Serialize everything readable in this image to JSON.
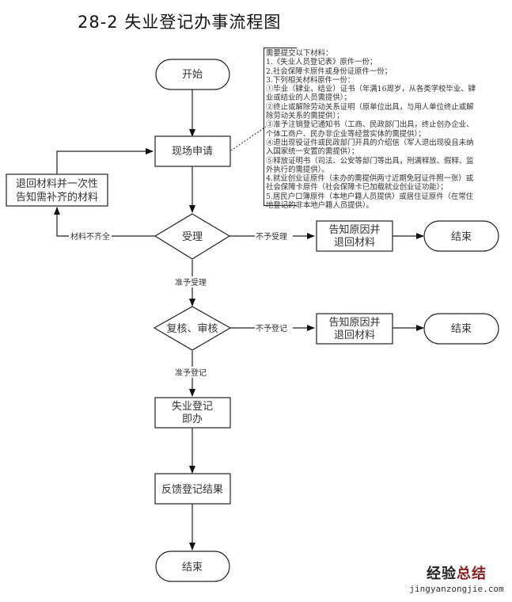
{
  "title": "28-2  失业登记办事流程图",
  "nodes": {
    "start": "开始",
    "apply": "现场申请",
    "return_supplement": [
      "退回材料并一次性",
      "告知需补齐的材料"
    ],
    "accept": "受理",
    "notify_reject_1": [
      "告知原因并",
      "退回材料"
    ],
    "end_1": "结束",
    "review": "复核、审核",
    "notify_reject_2": [
      "告知原因并",
      "退回材料"
    ],
    "end_2": "结束",
    "register": [
      "失业登记",
      "即办"
    ],
    "feedback": "反馈登记结果",
    "end_final": "结束"
  },
  "edges": {
    "incomplete": "材料不齐全",
    "not_accepted": "不予受理",
    "accepted": "准予受理",
    "not_registered": "不予登记",
    "registered": "准予登记"
  },
  "note": {
    "lines": [
      "需要提交以下材料：",
      "1.《失业人员登记表》原件一份；",
      "2.社会保障卡原件或身份证原件一份；",
      "3.下列相关材料原件一份：",
      "①毕业（肄业、结业）证书（年满16周岁，从各类学校毕业、肄",
      "业或结业的人员需提供）；",
      "②终止或解除劳动关系证明（原单位出具，与用人单位终止或解",
      "除劳动关系的需提供）；",
      "③准予注销登记通知书（工商、民政部门出具，终止创办企业、",
      "个体工商户、民办非企业等经营实体的需提供）；",
      "④退出现役证件或民政部门开具的介绍信（军人退出现役且未纳",
      "入国家统一安置的需提供）；",
      "⑤释放证明书（司法、公安等部门等出具，刑满释放、假释、监",
      "外执行的需提供）。",
      "4.就业创业证原件（未办的需提供两寸近期免冠证件照一张）或",
      "社会保障卡原件（社会保障卡已加载就业创业证功能）；",
      "5.居民户口簿原件（本地户籍人员提供）或居住证原件（在常住",
      "地登记的非本地户籍人员提供）。"
    ]
  },
  "watermark": {
    "cn_part1": "经验",
    "cn_part2": "总结",
    "url": "jingyanzongjie.com"
  }
}
